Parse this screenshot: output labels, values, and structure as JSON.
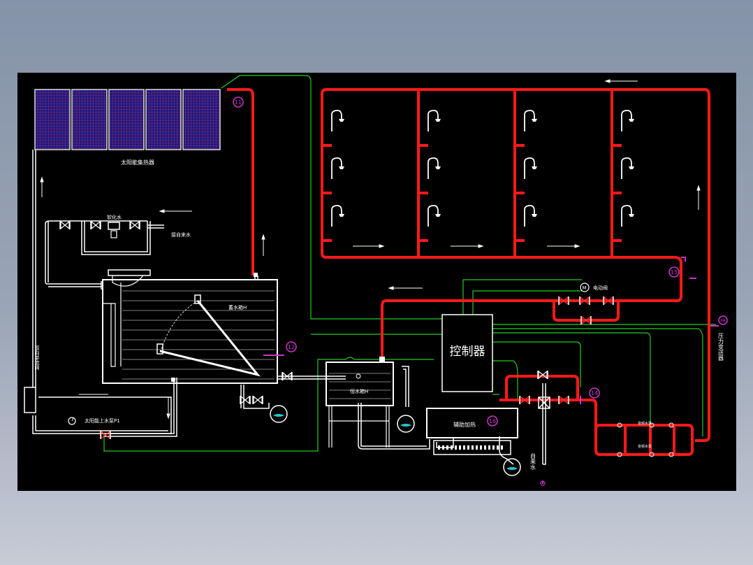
{
  "colors": {
    "background": "#000000",
    "hot_pipe": "#ff1a1a",
    "cold_pipe": "#ffffff",
    "signal_wire": "#22cc22",
    "accent": "#cc33cc",
    "panel": "#2a2a9a"
  },
  "labels": {
    "solar_collector": "太阳能集热器",
    "softened_water": "软化水",
    "city_water_in": "接自来水",
    "storage_tank": "蓄水箱H",
    "constant_tank": "恒水箱H",
    "controller": "控制器",
    "electric_valve": "电动阀",
    "pressure_sensor": "压力变送器",
    "bidirectional_valve": "双向单流阀",
    "solar_pump": "太阳能上水泵P1",
    "aux_heater": "辅助加热",
    "tap_water": "自来水",
    "pump_group_upper": "变频水泵",
    "pump_group_lower": "变频水泵"
  },
  "markers": [
    "11",
    "12",
    "14",
    "15",
    "16",
    "P8"
  ],
  "icons": [
    "solar-panel-icon",
    "gate-valve-icon",
    "pump-icon",
    "pressure-gauge-icon",
    "shower-head-icon",
    "motor-valve-icon",
    "flow-arrow-icon"
  ]
}
